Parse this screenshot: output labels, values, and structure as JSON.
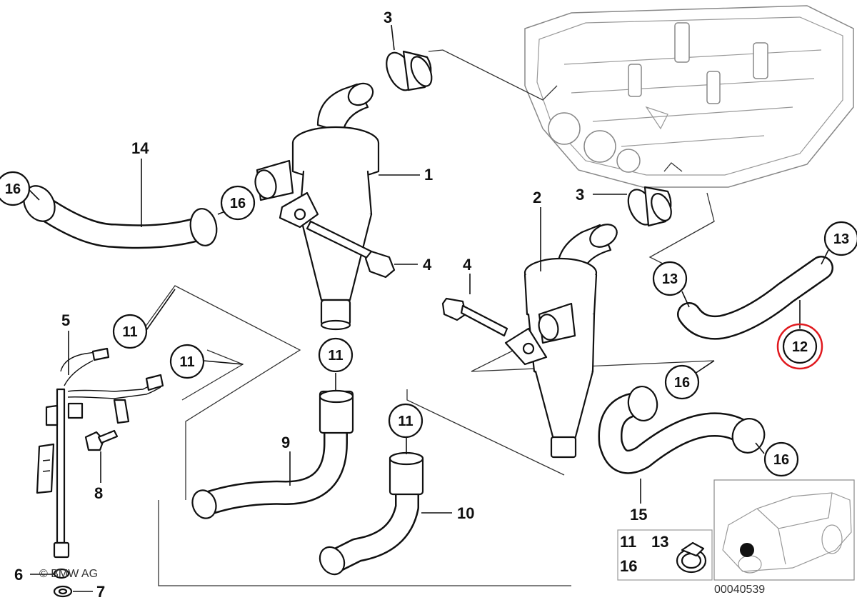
{
  "labels": {
    "p1": "1",
    "p2": "2",
    "p3a": "3",
    "p3b": "3",
    "p4a": "4",
    "p4b": "4",
    "p5": "5",
    "p6": "6",
    "p7": "7",
    "p8": "8",
    "p9": "9",
    "p10": "10",
    "p14": "14",
    "p15": "15"
  },
  "circled": {
    "c16a": "16",
    "c16b": "16",
    "c16c": "16",
    "c16d": "16",
    "c11a": "11",
    "c11b": "11",
    "c11c": "11",
    "c11d": "11",
    "c13a": "13",
    "c13b": "13",
    "c12": "12"
  },
  "legend": {
    "a": "11",
    "b": "13",
    "c": "16"
  },
  "copyright": "© BMW AG",
  "diagram_id": "00040539",
  "highlight_color": "#e0191e"
}
